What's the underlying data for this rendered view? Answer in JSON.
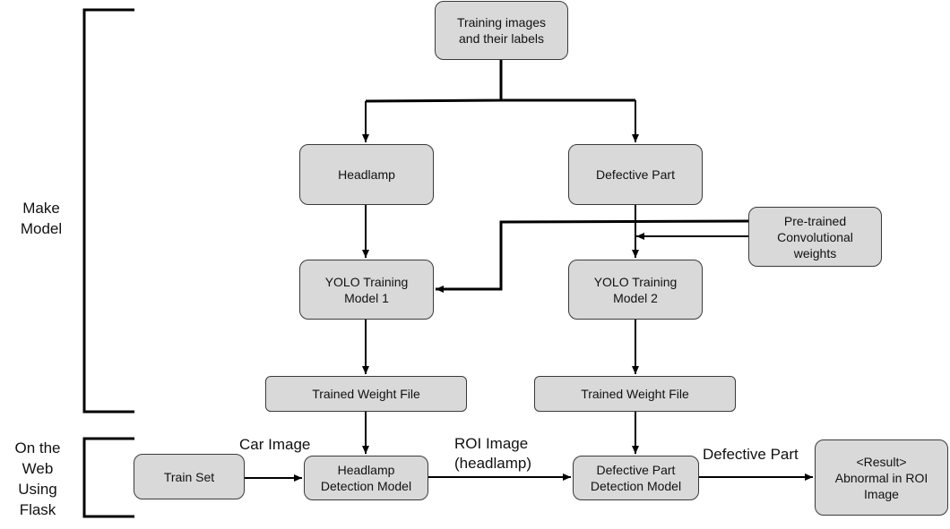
{
  "sections": {
    "make_model": "Make\nModel",
    "web": "On the\nWeb\nUsing\nFlask"
  },
  "nodes": {
    "training_images": "Training images\nand their labels",
    "headlamp": "Headlamp",
    "defective_part": "Defective Part",
    "pretrained": "Pre-trained\nConvolutional\nweights",
    "yolo1": "YOLO Training\nModel 1",
    "yolo2": "YOLO Training\nModel 2",
    "weight1": "Trained Weight File",
    "weight2": "Trained Weight File",
    "train_set": "Train Set",
    "headlamp_det": "Headlamp\nDetection Model",
    "defect_det": "Defective Part\nDetection Model",
    "result": "<Result>\nAbnormal in ROI\nImage"
  },
  "edge_labels": {
    "car_image": "Car Image",
    "roi_image": "ROI Image\n(headlamp)",
    "defective_part": "Defective Part"
  }
}
